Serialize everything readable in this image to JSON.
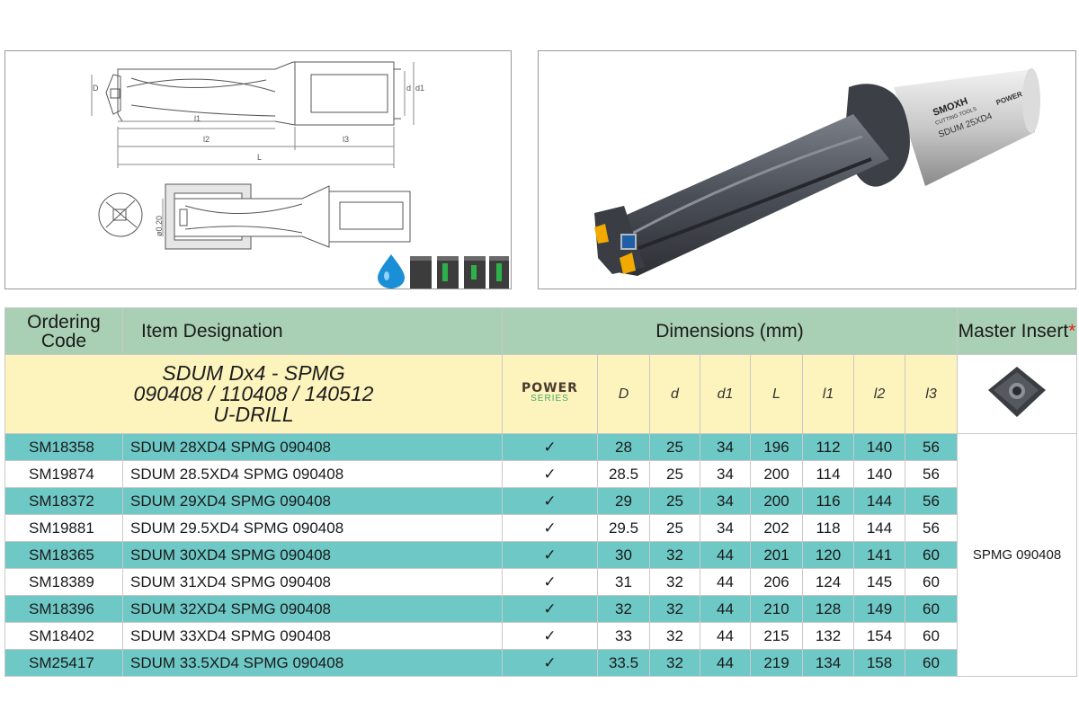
{
  "drawing": {
    "labels": {
      "D": "D",
      "d": "d",
      "d1": "d1",
      "l1": "l1",
      "l2": "l2",
      "l3": "l3",
      "L": "L",
      "diam_note": "ø0.20"
    },
    "icon_names": [
      "coolant-drop-icon",
      "material-block-icon",
      "material-block-green-icon",
      "material-block-green-icon",
      "material-block-green-icon"
    ]
  },
  "photo": {
    "brand": "SMOXH",
    "brand_sub": "CUTTING TOOLS",
    "marking": "SDUM 25XD4",
    "series": "POWER"
  },
  "table": {
    "headers": {
      "ordering_code": "Ordering Code",
      "item_designation": "Item Designation",
      "dimensions": "Dimensions (mm)",
      "master_insert": "Master Insert",
      "asterisk": "*"
    },
    "product_title": {
      "line1": "SDUM Dx4 - SPMG",
      "line2": "090408 / 110408 / 140512",
      "line3": "U-DRILL"
    },
    "power_logo": {
      "text": "POWER",
      "sub": "SERIES"
    },
    "dim_columns": [
      "D",
      "d",
      "d1",
      "L",
      "l1",
      "l2",
      "l3"
    ],
    "check_mark": "✓",
    "master_insert_value": "SPMG 090408",
    "rows": [
      {
        "code": "SM18358",
        "item": "SDUM 28XD4 SPMG 090408",
        "D": "28",
        "d": "25",
        "d1": "34",
        "L": "196",
        "l1": "112",
        "l2": "140",
        "l3": "56"
      },
      {
        "code": "SM19874",
        "item": "SDUM 28.5XD4 SPMG 090408",
        "D": "28.5",
        "d": "25",
        "d1": "34",
        "L": "200",
        "l1": "114",
        "l2": "140",
        "l3": "56"
      },
      {
        "code": "SM18372",
        "item": "SDUM 29XD4 SPMG 090408",
        "D": "29",
        "d": "25",
        "d1": "34",
        "L": "200",
        "l1": "116",
        "l2": "144",
        "l3": "56"
      },
      {
        "code": "SM19881",
        "item": "SDUM 29.5XD4 SPMG 090408",
        "D": "29.5",
        "d": "25",
        "d1": "34",
        "L": "202",
        "l1": "118",
        "l2": "144",
        "l3": "56"
      },
      {
        "code": "SM18365",
        "item": "SDUM 30XD4 SPMG 090408",
        "D": "30",
        "d": "32",
        "d1": "44",
        "L": "201",
        "l1": "120",
        "l2": "141",
        "l3": "60"
      },
      {
        "code": "SM18389",
        "item": "SDUM 31XD4 SPMG 090408",
        "D": "31",
        "d": "32",
        "d1": "44",
        "L": "206",
        "l1": "124",
        "l2": "145",
        "l3": "60"
      },
      {
        "code": "SM18396",
        "item": "SDUM 32XD4 SPMG 090408",
        "D": "32",
        "d": "32",
        "d1": "44",
        "L": "210",
        "l1": "128",
        "l2": "149",
        "l3": "60"
      },
      {
        "code": "SM18402",
        "item": "SDUM 33XD4 SPMG 090408",
        "D": "33",
        "d": "32",
        "d1": "44",
        "L": "215",
        "l1": "132",
        "l2": "154",
        "l3": "60"
      },
      {
        "code": "SM25417",
        "item": "SDUM 33.5XD4 SPMG 090408",
        "D": "33.5",
        "d": "32",
        "d1": "44",
        "L": "219",
        "l1": "134",
        "l2": "158",
        "l3": "60"
      }
    ]
  },
  "colors": {
    "header_bg": "#a9d0b4",
    "title_bg": "#fdf3bd",
    "teal_row": "#6ec8c6",
    "asterisk": "#e2231a",
    "insert_tip": "#f2a900",
    "shank": "#c8c8c8"
  }
}
